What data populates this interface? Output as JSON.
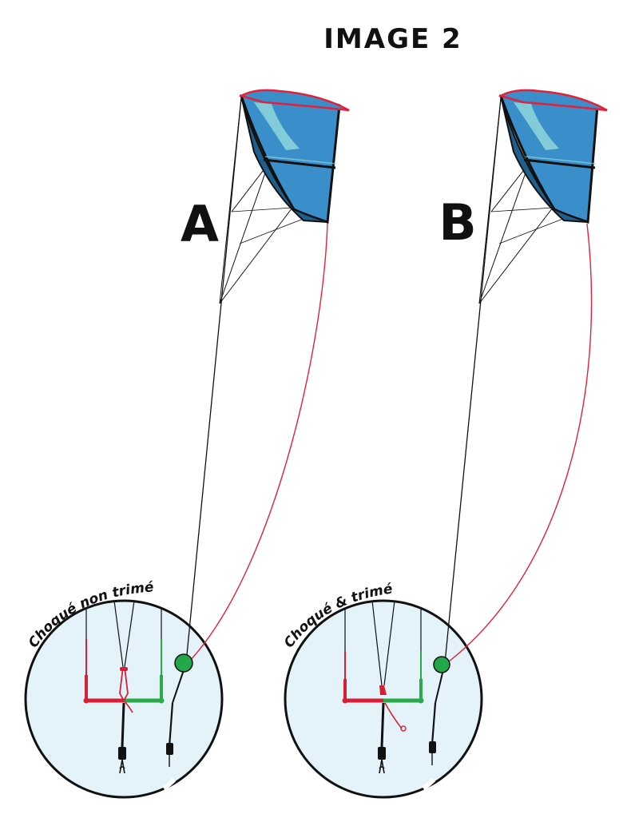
{
  "title": "IMAGE 2",
  "panels": [
    {
      "letter": "A",
      "caption": "Choqué non trimé"
    },
    {
      "letter": "B",
      "caption": "Choqué & trimé"
    }
  ],
  "colors": {
    "kite_fill": "#3A8FCB",
    "kite_dark": "#1F5F8E",
    "kite_highlight": "#8FD6DA",
    "leading_edge": "#E3213A",
    "line_red": "#E3213A",
    "bar_red": "#D81F35",
    "bar_green": "#2AAA4A",
    "marker_green": "#22A84A",
    "circle_fill": "#E3F3F9",
    "outline": "#111111"
  }
}
